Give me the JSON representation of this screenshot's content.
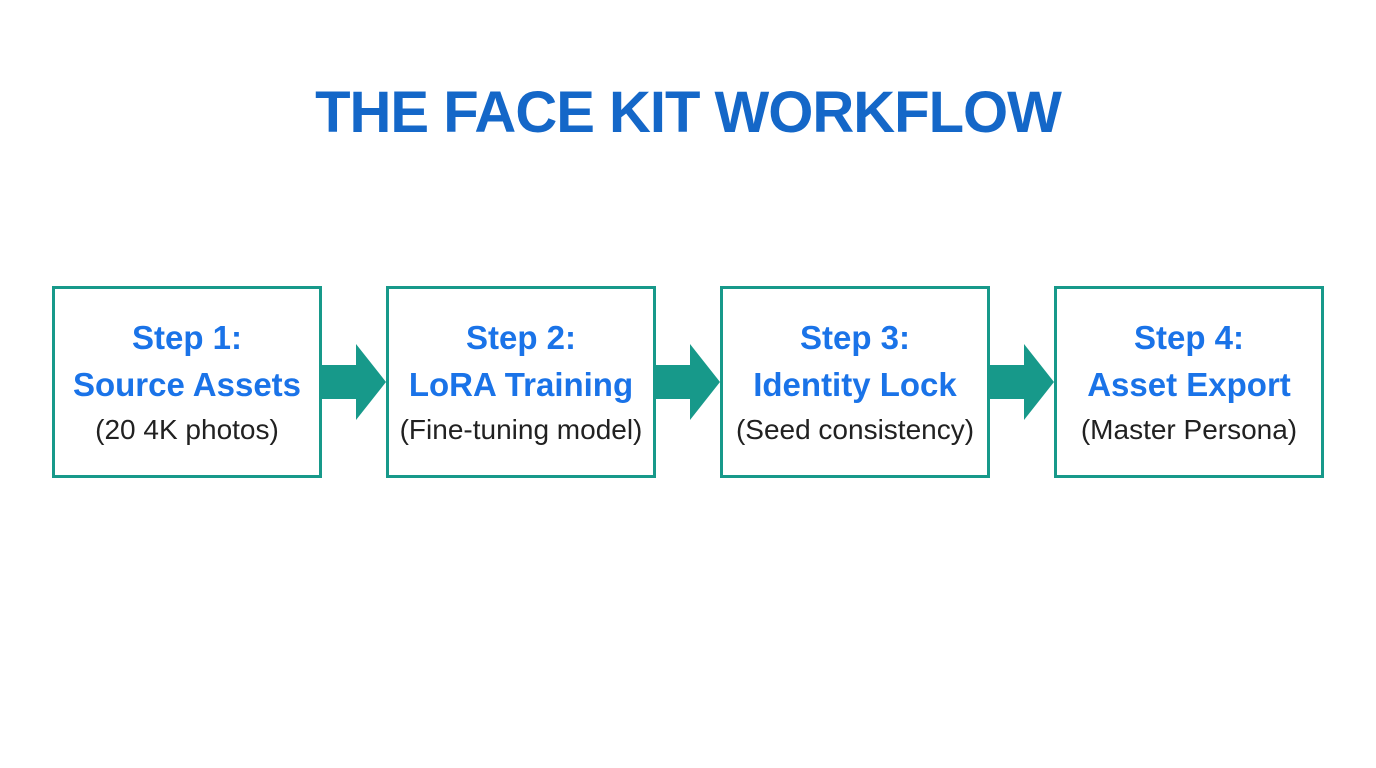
{
  "page": {
    "title": "THE FACE KIT WORKFLOW"
  },
  "colors": {
    "title_blue": "#1467c8",
    "step_blue": "#1a73e8",
    "accent_teal": "#17998a",
    "detail_text": "#212121",
    "background": "#ffffff"
  },
  "workflow": {
    "arrow_icon": "flow-arrow-icon",
    "steps": [
      {
        "heading": "Step 1:",
        "name": "Source Assets",
        "detail": "(20 4K photos)"
      },
      {
        "heading": "Step 2:",
        "name": "LoRA Training",
        "detail": "(Fine-tuning model)"
      },
      {
        "heading": "Step 3:",
        "name": "Identity Lock",
        "detail": "(Seed consistency)"
      },
      {
        "heading": "Step 4:",
        "name": "Asset Export",
        "detail": "(Master Persona)"
      }
    ]
  }
}
